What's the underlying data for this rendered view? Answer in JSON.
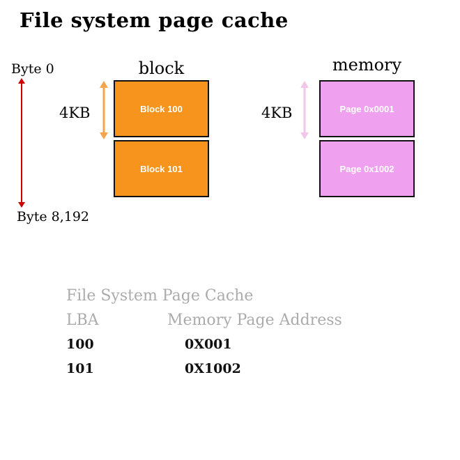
{
  "title": "File system page cache",
  "diagram": {
    "byte_start_label": "Byte 0",
    "byte_end_label": "Byte 8,192",
    "block_column": {
      "heading": "block",
      "size_label": "4KB",
      "blocks": [
        {
          "label": "Block 100"
        },
        {
          "label": "Block 101"
        }
      ]
    },
    "memory_column": {
      "heading": "memory",
      "size_label": "4KB",
      "pages": [
        {
          "label": "Page 0x0001"
        },
        {
          "label": "Page 0x1002"
        }
      ]
    }
  },
  "table": {
    "title": "File System Page Cache",
    "columns": [
      "LBA",
      "Memory Page Address"
    ],
    "rows": [
      [
        "100",
        "0X001"
      ],
      [
        "101",
        "0X1002"
      ]
    ]
  },
  "colors": {
    "block_fill": "#f7941e",
    "page_fill": "#efa0ef",
    "byte_arrow": "#cc0000",
    "block_arrow": "#f5a54c",
    "page_arrow": "#f2c6e6",
    "table_header": "#ababab"
  }
}
